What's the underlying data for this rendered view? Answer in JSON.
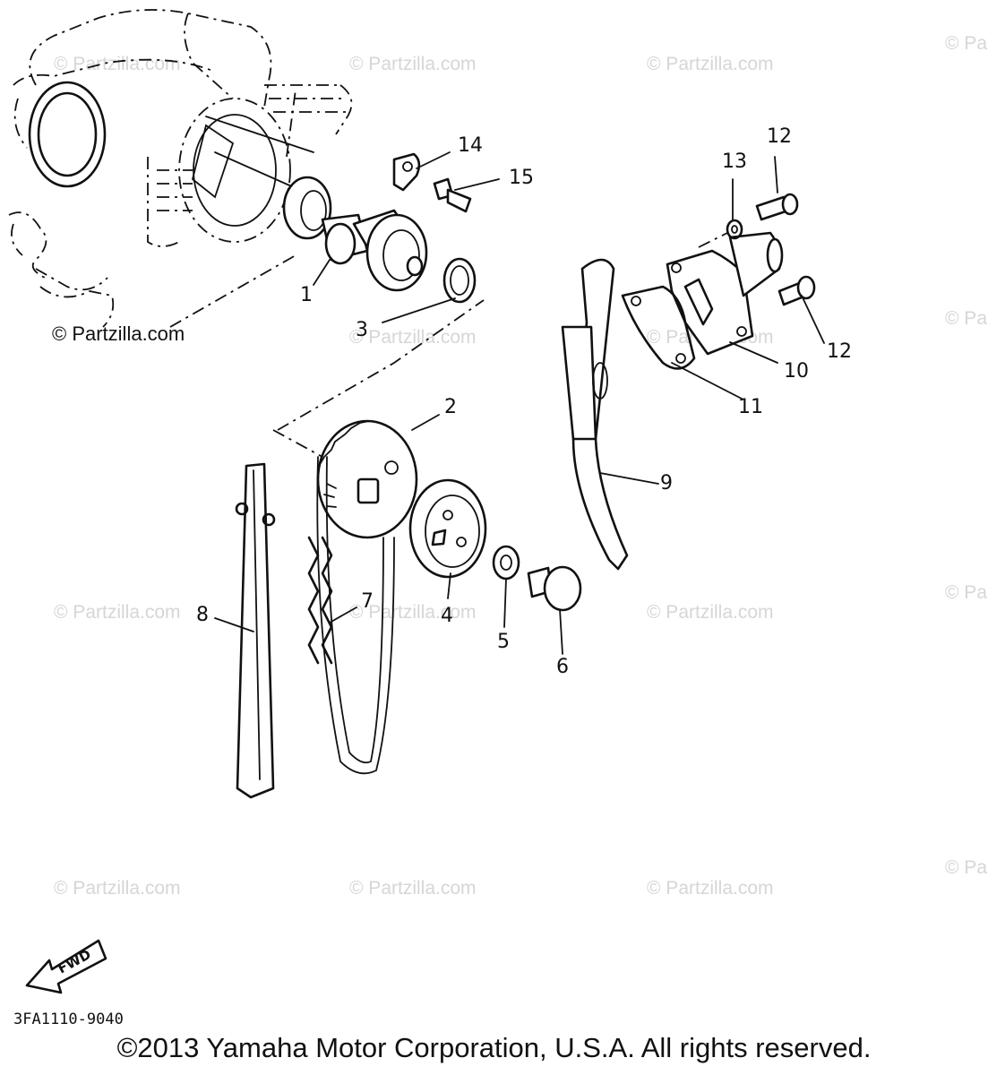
{
  "watermark": "© Partzilla.com",
  "diagram_code": "3FA1110-9040",
  "fwd_label": "FWD",
  "copyright": "©2013  Yamaha Motor Corporation, U.S.A. All rights reserved.",
  "callouts": [
    "1",
    "2",
    "3",
    "4",
    "5",
    "6",
    "7",
    "8",
    "9",
    "10",
    "11",
    "12",
    "12",
    "13",
    "14",
    "15"
  ]
}
